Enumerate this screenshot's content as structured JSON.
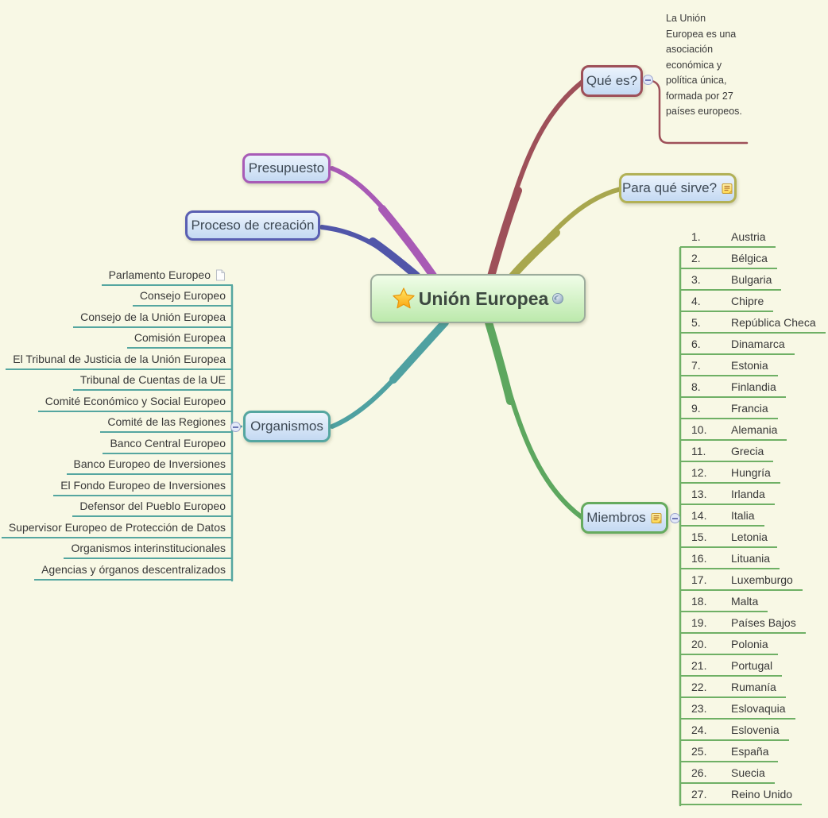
{
  "app": {
    "background_color": "#F8F8E5"
  },
  "central_topic": {
    "label": "Unión Europea",
    "fill_color": "#BCE9AC"
  },
  "topics": {
    "que_es": {
      "label": "Qué es?",
      "color": "#9E5059"
    },
    "para_que_sirve": {
      "label": "Para qué sirve?",
      "color": "#B2B156"
    },
    "presupuesto": {
      "label": "Presupuesto",
      "color": "#A85BB6"
    },
    "proceso_creacion": {
      "label": "Proceso de creación",
      "color": "#5A5FB2"
    },
    "organismos": {
      "label": "Organismos",
      "color": "#55A6A0"
    },
    "miembros": {
      "label": "Miembros",
      "color": "#66AB5E"
    }
  },
  "note_que_es": "La Unión\nEuropea es una\nasociación\neconómica y\npolítica única,\nformada por 27\npaíses europeos.",
  "organismos_items": [
    "Parlamento Europeo",
    "Consejo Europeo",
    "Consejo de la Unión Europea",
    "Comisión Europea",
    "El Tribunal de Justicia de la Unión Europea",
    "Tribunal de Cuentas de la UE",
    "Comité Económico y Social Europeo",
    "Comité de las Regiones",
    "Banco Central Europeo",
    "Banco Europeo de Inversiones",
    "El Fondo Europeo de Inversiones",
    "Defensor del Pueblo Europeo",
    "Supervisor Europeo de Protección de Datos",
    "Organismos interinstitucionales",
    "Agencias y órganos descentralizados"
  ],
  "miembros_items": [
    {
      "num": "1.",
      "name": "Austria"
    },
    {
      "num": "2.",
      "name": "Bélgica"
    },
    {
      "num": "3.",
      "name": "Bulgaria"
    },
    {
      "num": "4.",
      "name": "Chipre"
    },
    {
      "num": "5.",
      "name": "República Checa"
    },
    {
      "num": "6.",
      "name": "Dinamarca"
    },
    {
      "num": "7.",
      "name": "Estonia"
    },
    {
      "num": "8.",
      "name": "Finlandia"
    },
    {
      "num": "9.",
      "name": "Francia"
    },
    {
      "num": "10.",
      "name": "Alemania"
    },
    {
      "num": "11.",
      "name": "Grecia"
    },
    {
      "num": "12.",
      "name": "Hungría"
    },
    {
      "num": "13.",
      "name": "Irlanda"
    },
    {
      "num": "14.",
      "name": "Italia"
    },
    {
      "num": "15.",
      "name": "Letonia"
    },
    {
      "num": "16.",
      "name": "Lituania"
    },
    {
      "num": "17.",
      "name": "Luxemburgo"
    },
    {
      "num": "18.",
      "name": "Malta"
    },
    {
      "num": "19.",
      "name": "Países Bajos"
    },
    {
      "num": "20.",
      "name": "Polonia"
    },
    {
      "num": "21.",
      "name": "Portugal"
    },
    {
      "num": "22.",
      "name": "Rumanía"
    },
    {
      "num": "23.",
      "name": "Eslovaquia"
    },
    {
      "num": "24.",
      "name": "Eslovenia"
    },
    {
      "num": "25.",
      "name": "España"
    },
    {
      "num": "26.",
      "name": "Suecia"
    },
    {
      "num": "27.",
      "name": "Reino Unido"
    }
  ]
}
